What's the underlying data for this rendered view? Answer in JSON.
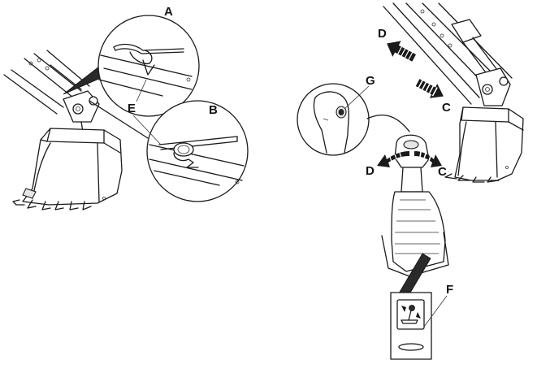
{
  "callouts": {
    "A": "A",
    "B": "B",
    "C_upper": "C",
    "C_lower": "C",
    "D_upper": "D",
    "D_lower": "D",
    "E": "E",
    "F": "F",
    "G": "G"
  },
  "icons": {
    "arrow_fill": "#1a1a1a",
    "dashed_arrow_fill": "#1a1a1a",
    "line_color": "#1a1a1a"
  }
}
